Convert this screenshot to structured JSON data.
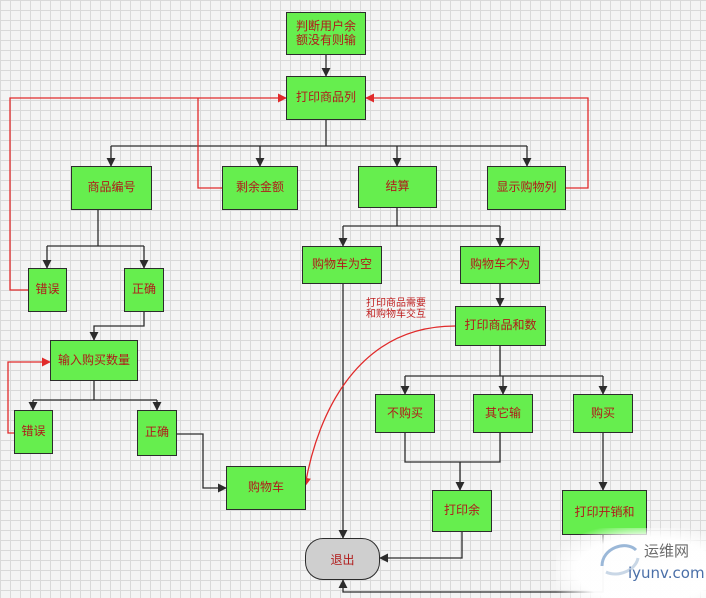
{
  "diagram": {
    "nodes": {
      "start": "判断用户余\n额没有则输",
      "print_list": "打印商品列",
      "item_no": "商品编号",
      "remaining": "剩余金额",
      "checkout": "结算",
      "show_cart": "显示购物列",
      "error1": "错误",
      "correct1": "正确",
      "cart_empty": "购物车为空",
      "cart_not_empty": "购物车不为",
      "input_qty": "输入购买数量",
      "print_items_total": "打印商品和数",
      "error2": "错误",
      "correct2": "正确",
      "not_buy": "不购买",
      "other_input": "其它输",
      "buy": "购买",
      "cart": "购物车",
      "print_balance": "打印余",
      "print_cost": "打印开销和",
      "exit": "退出"
    },
    "annotation": "打印商品需要\n和购物车交互",
    "colors": {
      "node_fill": "#66ee4e",
      "node_text": "#b01a1a",
      "border": "#2c2c2c",
      "connector": "#2c2c2c",
      "back_arrow": "#e02a2a",
      "terminal_fill": "#cfcfcf"
    }
  },
  "watermark": {
    "cn": "运维网",
    "en": "iyunv.com"
  }
}
